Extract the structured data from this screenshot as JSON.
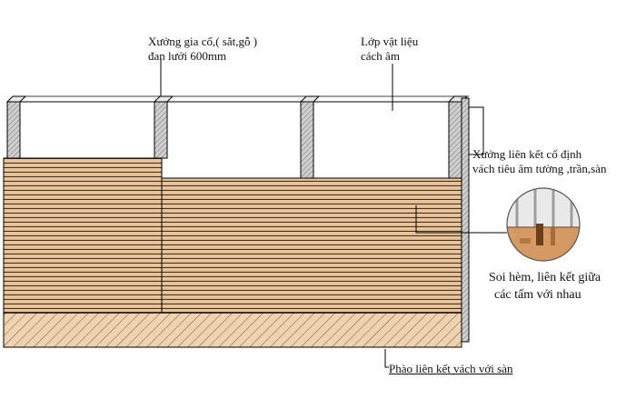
{
  "labels": {
    "reinforcement_frame_line1": "Xưởng gia cố,( sắt,gỗ )",
    "reinforcement_frame_line2": "đan lưới 600mm",
    "acoustic_layer_line1": "Lớp vật liệu",
    "acoustic_layer_line2": "cách âm",
    "fixing_frame_line1": "Xưởng liên kết cố định",
    "fixing_frame_line2": "vách tiêu âm tường ,trần,sàn",
    "groove_joint_line1": "Soi hèm, liên kết giữa",
    "groove_joint_line2": "các tấm với nhau",
    "skirting": "Phào liên kết vách với sàn"
  },
  "colors": {
    "wood_panel": "#e7c49a",
    "wood_groove": "#4a3020",
    "skirting": "#efd3b0",
    "stud": "#c9c9c9",
    "detail_wood": "#d59a63"
  }
}
